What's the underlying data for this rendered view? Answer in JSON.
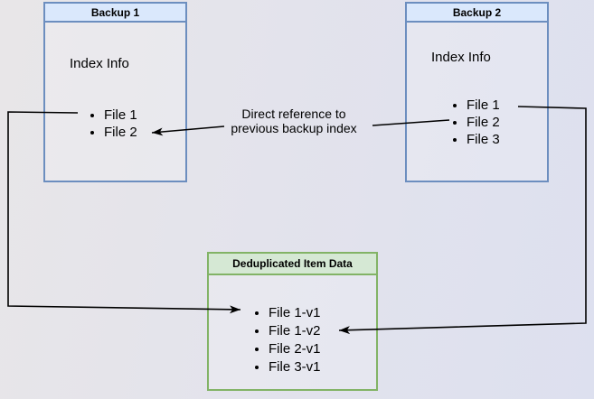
{
  "backup1": {
    "title": "Backup 1",
    "subtitle": "Index Info",
    "items": [
      "File 1",
      "File 2"
    ]
  },
  "backup2": {
    "title": "Backup 2",
    "subtitle": "Index Info",
    "items": [
      "File 1",
      "File 2",
      "File 3"
    ]
  },
  "dedup": {
    "title": "Deduplicated Item Data",
    "items": [
      "File 1-v1",
      "File 1-v2",
      "File 2-v1",
      "File 3-v1"
    ]
  },
  "annotation": {
    "line1": "Direct reference to",
    "line2": "previous backup index"
  },
  "colors": {
    "blue_header": "#dae8fc",
    "blue_border": "#6c8ebf",
    "green_header": "#d5e8d4",
    "green_border": "#82b366",
    "arrow": "#000000"
  }
}
